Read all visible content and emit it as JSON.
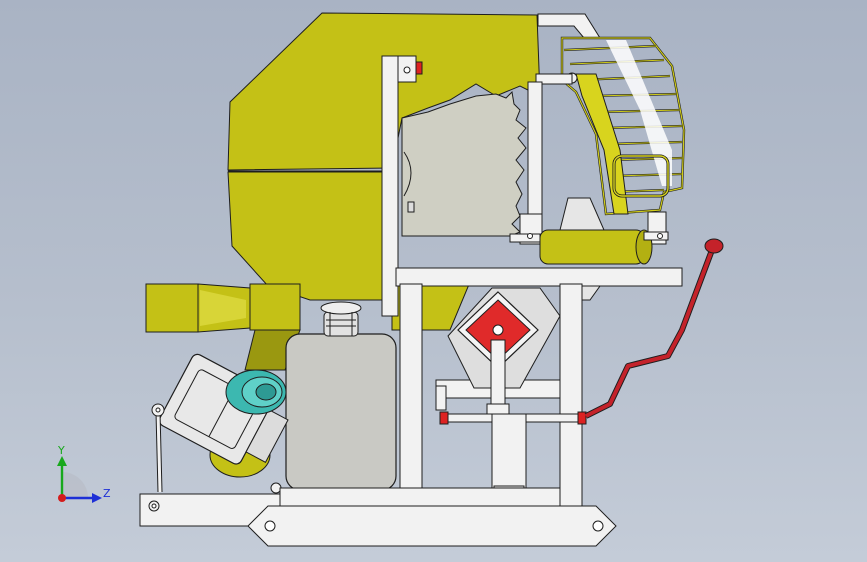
{
  "viewport": {
    "background_top": "#a9b3c4",
    "background_bottom": "#c4ccd8"
  },
  "colors": {
    "housing": "#c4c116",
    "housing_dark": "#9a9810",
    "frame": "#f2f2f2",
    "outline": "#1e1e1e",
    "blade": "#cfcfc3",
    "tank": "#c9c9c4",
    "motor_cover": "#e8e8e8",
    "pulley": "#3cb8b0",
    "handle": "#c4222a",
    "warning_red": "#e02a2a"
  },
  "model_parts": [
    "saw-blade-housing",
    "saw-blade",
    "safety-guard",
    "work-table",
    "dust-outlet",
    "support-frame",
    "coolant-tank",
    "drive-motor",
    "feed-lever",
    "base-plate"
  ],
  "triad": {
    "y_label": "Y",
    "z_label": "Z",
    "y_color": "#18a81c",
    "z_color": "#1d2fd6",
    "x_color": "#d41c1c"
  }
}
